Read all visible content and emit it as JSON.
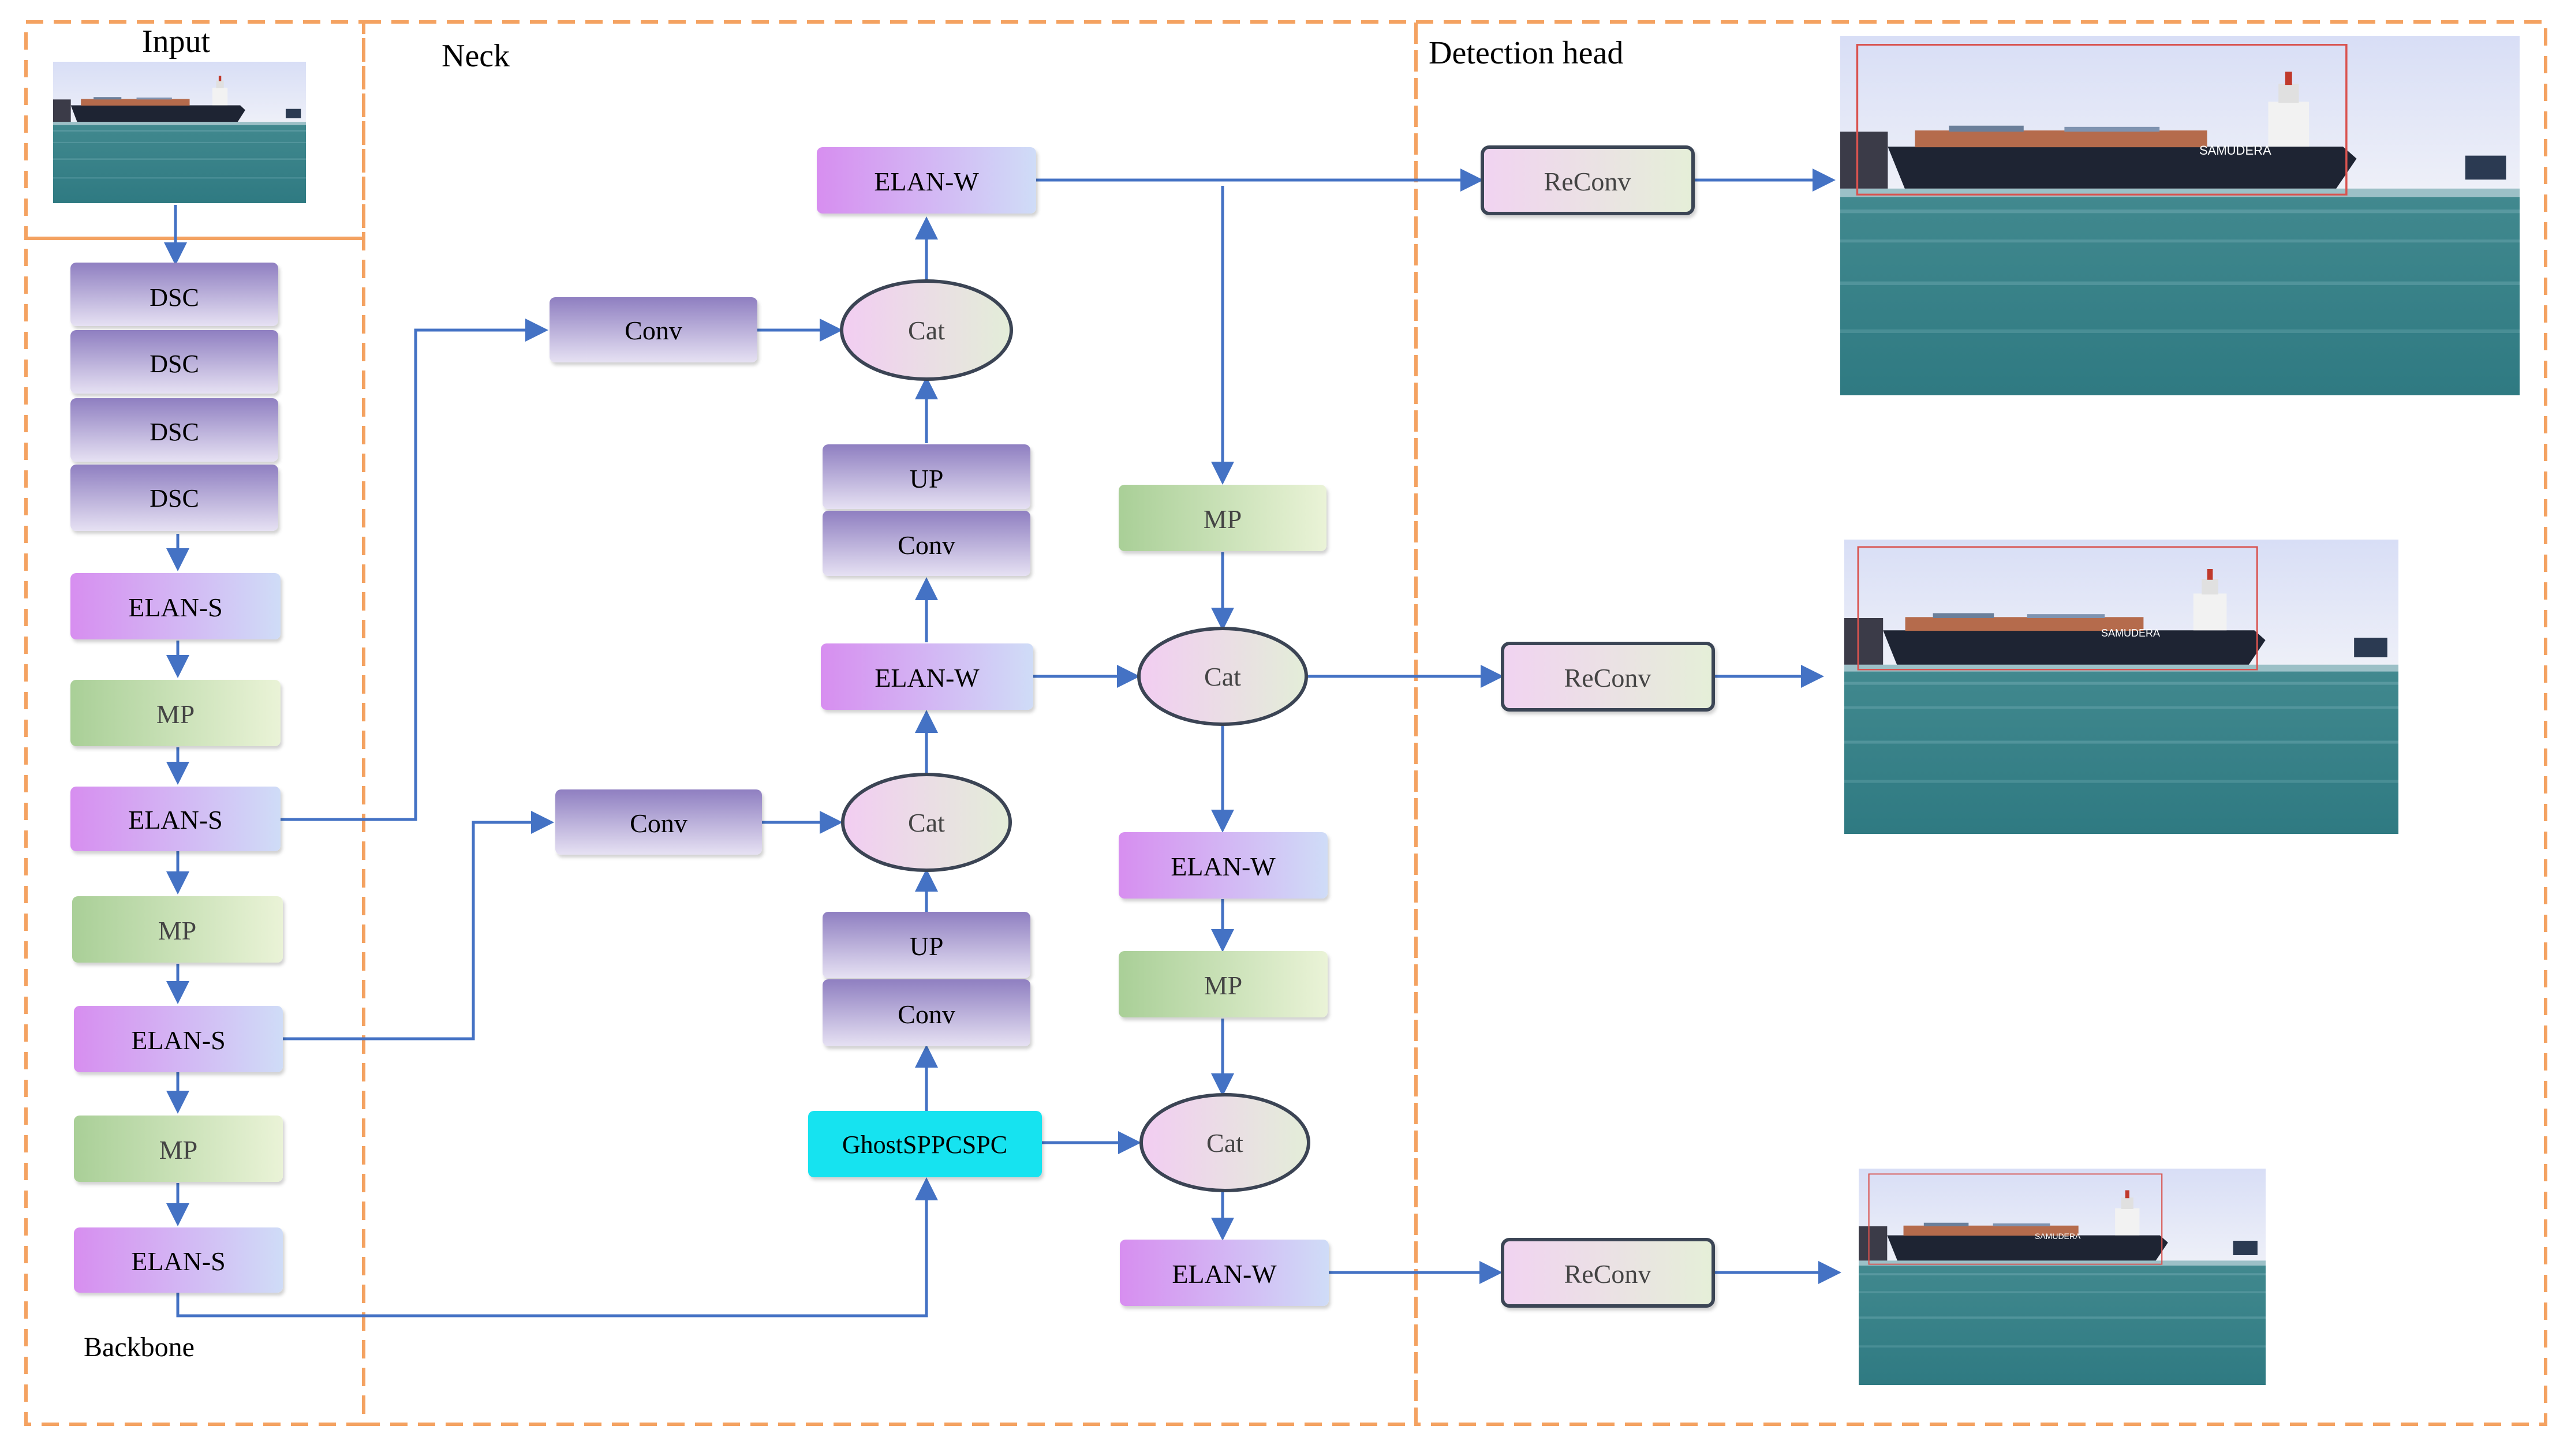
{
  "sections": {
    "input": "Input",
    "neck": "Neck",
    "detection_head": "Detection head",
    "backbone": "Backbone"
  },
  "backbone": {
    "blocks": [
      "DSC",
      "DSC",
      "DSC",
      "DSC",
      "ELAN-S",
      "MP",
      "ELAN-S",
      "MP",
      "ELAN-S",
      "MP",
      "ELAN-S"
    ]
  },
  "neck": {
    "elan_w_top": "ELAN-W",
    "cat_top": "Cat",
    "conv_top_left": "Conv",
    "up_top": "UP",
    "conv_top_mid": "Conv",
    "elan_w_mid": "ELAN-W",
    "cat_mid_left": "Cat",
    "conv_mid_left": "Conv",
    "up_bottom": "UP",
    "conv_bottom_mid": "Conv",
    "ghost": "GhostSPPCSPC",
    "mp_right_top": "MP",
    "cat_mid_right": "Cat",
    "elan_w_right": "ELAN-W",
    "mp_right_bottom": "MP",
    "cat_bottom": "Cat",
    "elan_w_bottom": "ELAN-W"
  },
  "head": {
    "reconv": [
      "ReConv",
      "ReConv",
      "ReConv"
    ],
    "ship_name": "SAMUDERA"
  },
  "colors": {
    "arrow": "#4472c4",
    "dash": "#f4a261",
    "ghost": "#19e3f0"
  }
}
